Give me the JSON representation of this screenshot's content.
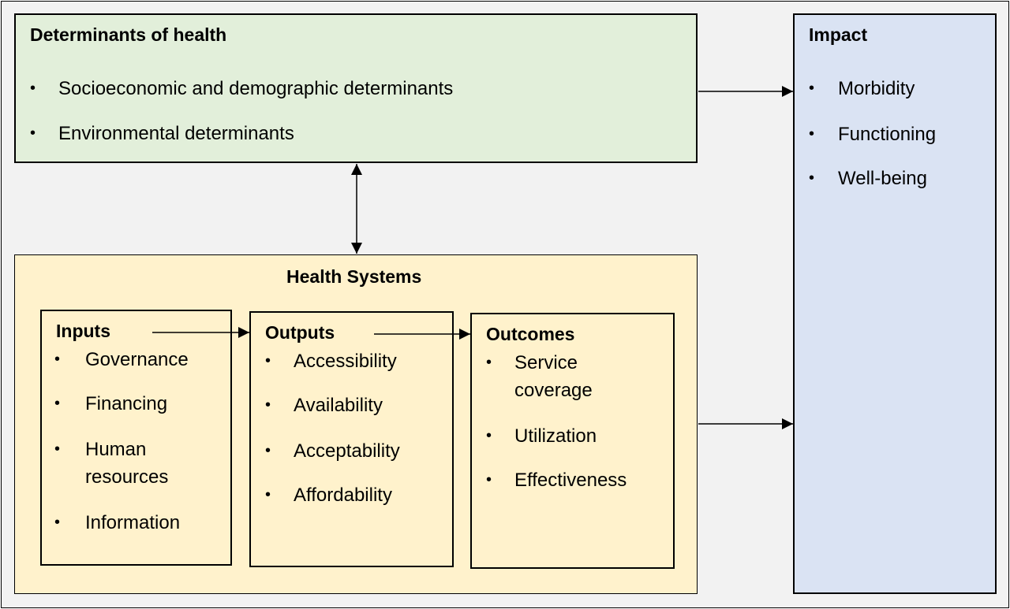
{
  "determinants": {
    "title": "Determinants of health",
    "items": [
      "Socioeconomic and demographic determinants",
      "Environmental determinants"
    ]
  },
  "impact": {
    "title": "Impact",
    "items": [
      "Morbidity",
      "Functioning",
      "Well-being"
    ]
  },
  "health_systems": {
    "title": "Health Systems",
    "inputs": {
      "title": "Inputs",
      "items": [
        "Governance",
        "Financing",
        "Human",
        "resources",
        "Information"
      ]
    },
    "outputs": {
      "title": "Outputs",
      "items": [
        "Accessibility",
        "Availability",
        "Acceptability",
        "Affordability"
      ]
    },
    "outcomes": {
      "title": "Outcomes",
      "items": [
        "Service",
        "coverage",
        "Utilization",
        "Effectiveness"
      ]
    }
  },
  "bullet_glyph": "•",
  "colors": {
    "determinants_fill": "#e2efda",
    "impact_fill": "#dae3f3",
    "health_systems_fill": "#fff2cc",
    "background": "#f2f2f2"
  }
}
